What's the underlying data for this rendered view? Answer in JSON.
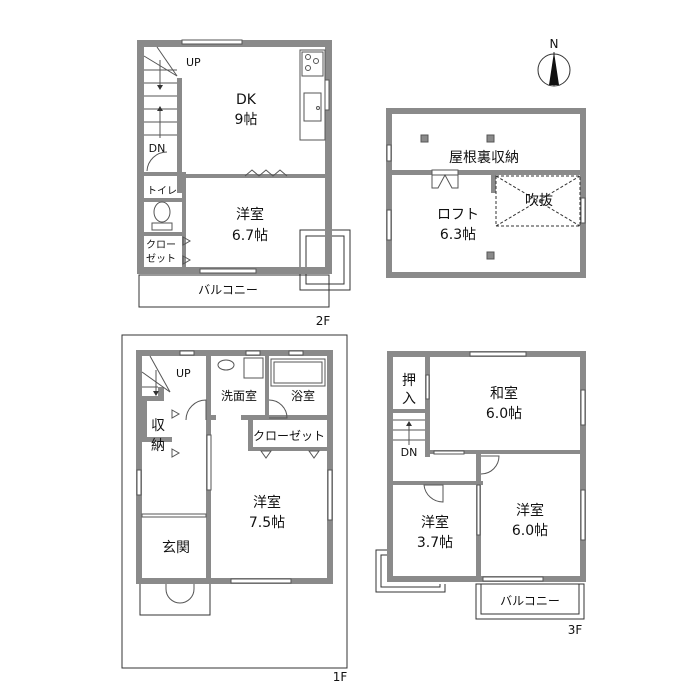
{
  "compass": {
    "label": "N"
  },
  "floors": {
    "f2": {
      "label": "2F",
      "rooms": {
        "dk": {
          "name": "DK",
          "size": "9帖"
        },
        "western": {
          "name": "洋室",
          "size": "6.7帖"
        },
        "toilet": {
          "name": "トイレ"
        },
        "closet_line1": "クロー",
        "closet_line2": "ゼット",
        "balcony": "バルコニー"
      },
      "stairs": {
        "up": "UP",
        "down": "DN"
      }
    },
    "loft": {
      "rooms": {
        "attic": {
          "name": "屋根裏収納"
        },
        "loft": {
          "name": "ロフト",
          "size": "6.3帖"
        },
        "void": {
          "name": "吹抜"
        }
      }
    },
    "f1": {
      "label": "1F",
      "rooms": {
        "washroom": {
          "name": "洗面室"
        },
        "bath": {
          "name": "浴室"
        },
        "closet": {
          "name": "クローゼット"
        },
        "storage_line1": "収",
        "storage_line2": "納",
        "western": {
          "name": "洋室",
          "size": "7.5帖"
        },
        "entrance": {
          "name": "玄関"
        }
      },
      "stairs": {
        "up": "UP"
      }
    },
    "f3": {
      "label": "3F",
      "rooms": {
        "oshiire_line1": "押",
        "oshiire_line2": "入",
        "japanese": {
          "name": "和室",
          "size": "6.0帖"
        },
        "western_small": {
          "name": "洋室",
          "size": "3.7帖"
        },
        "western_large": {
          "name": "洋室",
          "size": "6.0帖"
        },
        "balcony": "バルコニー"
      },
      "stairs": {
        "down": "DN"
      }
    }
  }
}
